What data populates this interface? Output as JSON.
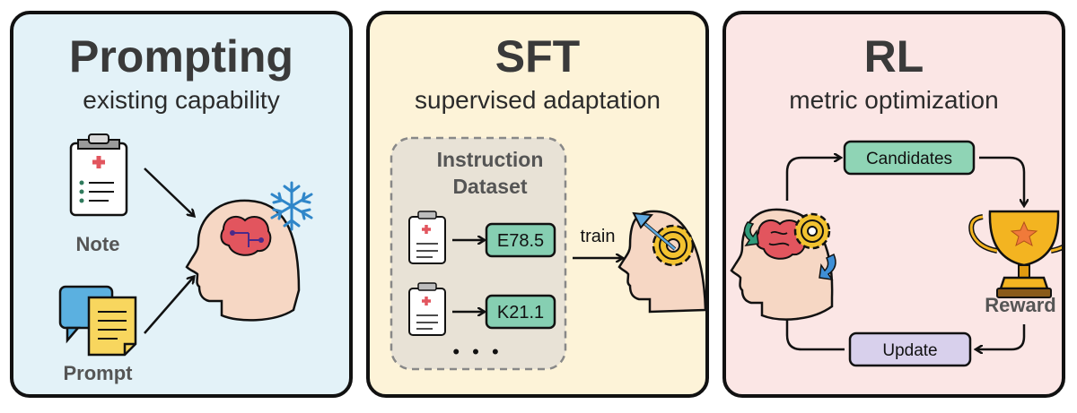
{
  "panels": {
    "prompting": {
      "title": "Prompting",
      "subtitle": "existing capability",
      "bg": "#e3f2f8",
      "note_label": "Note",
      "prompt_label": "Prompt"
    },
    "sft": {
      "title": "SFT",
      "subtitle": "supervised adaptation",
      "bg": "#fdf3d8",
      "dataset_title_line1": "Instruction",
      "dataset_title_line2": "Dataset",
      "codes": [
        "E78.5",
        "K21.1"
      ],
      "ellipsis": "• • •",
      "train_label": "train"
    },
    "rl": {
      "title": "RL",
      "subtitle": "metric optimization",
      "bg": "#fbe6e5",
      "candidates_label": "Candidates",
      "reward_label": "Reward",
      "update_label": "Update"
    }
  },
  "colors": {
    "border": "#111111",
    "code_box": "#86cfb2",
    "candidates_box": "#8fd4b5",
    "update_box": "#d8d0ec",
    "dataset_bg": "#e8e2d6",
    "head_skin": "#f6d7c4",
    "brain_red": "#e2555e",
    "gear_yellow": "#f2c230",
    "snow_blue": "#2f86c9",
    "trophy_gold": "#f3b421"
  },
  "icons": [
    "clipboard-icon",
    "chat-bubbles-icon",
    "head-brain-icon",
    "snowflake-icon",
    "gear-icon",
    "trophy-icon",
    "star-icon",
    "arrow-icon"
  ]
}
